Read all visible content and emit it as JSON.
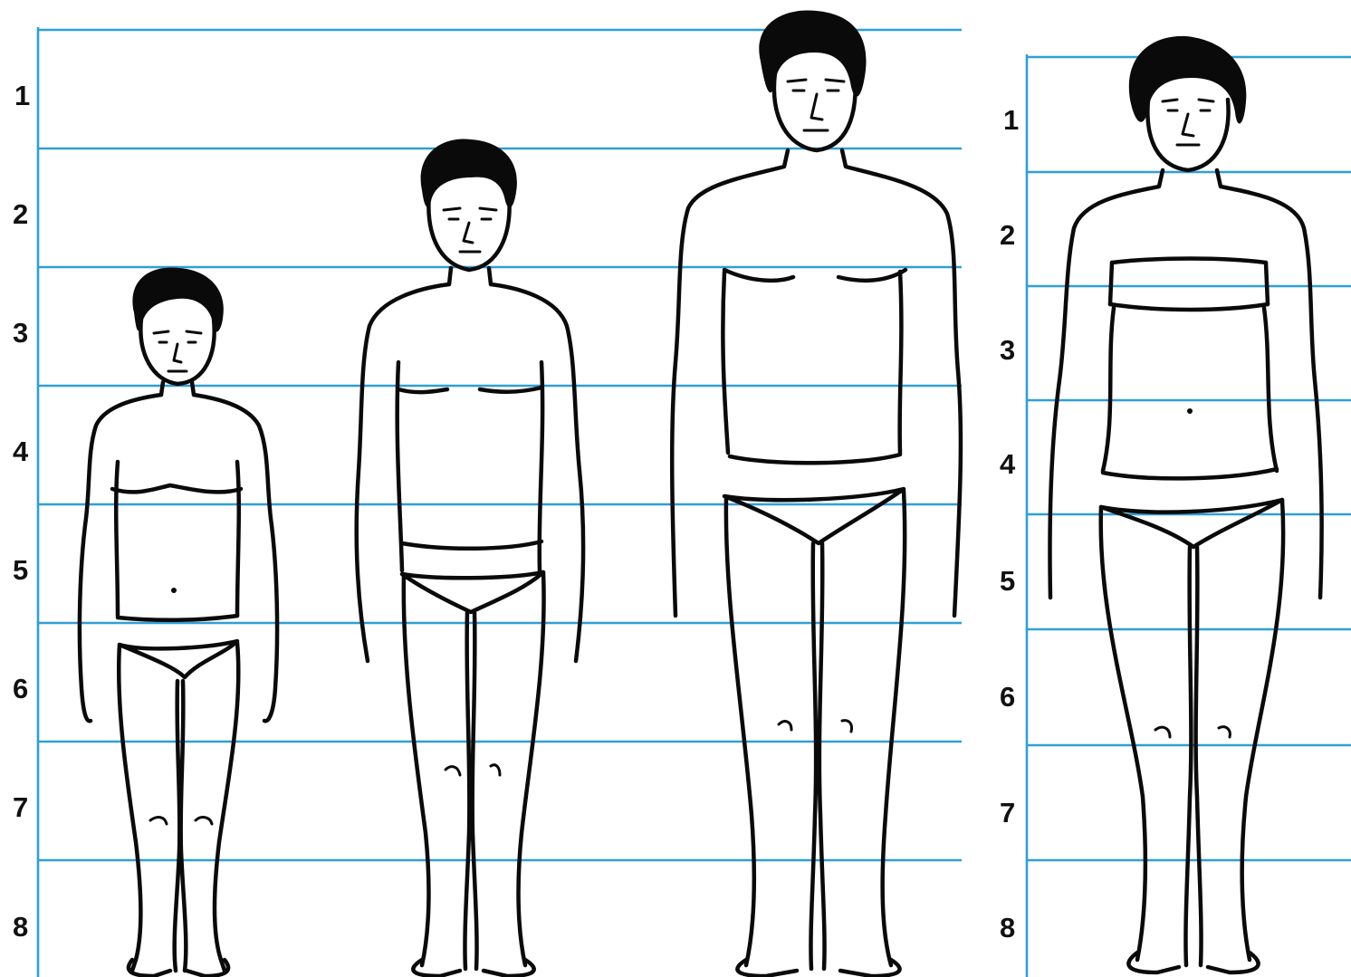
{
  "left_scale": {
    "labels": [
      "1",
      "2",
      "3",
      "4",
      "5",
      "6",
      "7",
      "8"
    ]
  },
  "right_scale": {
    "labels": [
      "1",
      "2",
      "3",
      "4",
      "5",
      "6",
      "7",
      "8"
    ]
  },
  "figures": [
    "child",
    "teen-boy",
    "adult-man",
    "adult-woman"
  ],
  "colors": {
    "guide_lines": "#2f9fd8",
    "ink": "#0a0a0a",
    "background": "#ffffff"
  }
}
